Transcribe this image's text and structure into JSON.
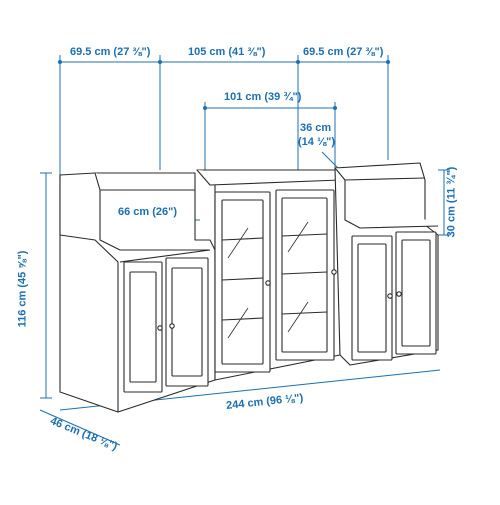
{
  "colors": {
    "line": "#2b2b2b",
    "dimension": "#1c6fb3",
    "background": "#ffffff"
  },
  "dimensions": {
    "left_width": "69.5 cm (27 ⅜\")",
    "middle_width": "105 cm (41 ⅜\")",
    "right_width": "69.5 cm (27 ⅜\")",
    "inner_width": "101 cm (39 ¾\")",
    "depth_top": "36 cm",
    "depth_top_in": "(14 ⅛\")",
    "shelf_width": "66 cm (26\")",
    "top_height": "30 cm (11 ¾\")",
    "total_height": "116 cm (45 ⅝\")",
    "total_width": "244 cm (96 ⅛\")",
    "total_depth": "46 cm (18 ⅛\")"
  }
}
